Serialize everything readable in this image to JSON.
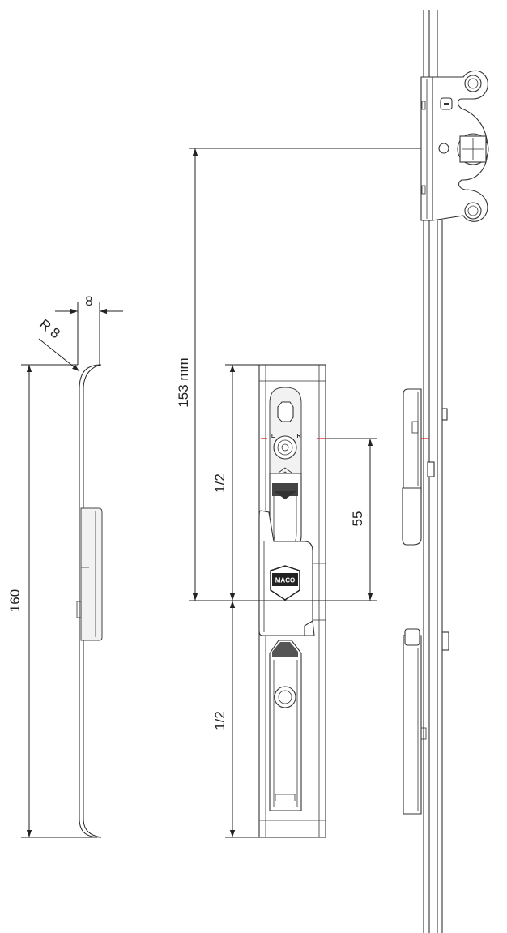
{
  "dimensions": {
    "radius": "R 8",
    "width": "8",
    "height": "160",
    "distance_total": "153 mm",
    "half_upper": "1/2",
    "half_lower": "1/2",
    "offset": "55"
  },
  "markings": {
    "left": "L",
    "right": "R"
  },
  "logo_text": "MACO",
  "colors": {
    "line": "#222222",
    "highlight": "#d9262c"
  }
}
